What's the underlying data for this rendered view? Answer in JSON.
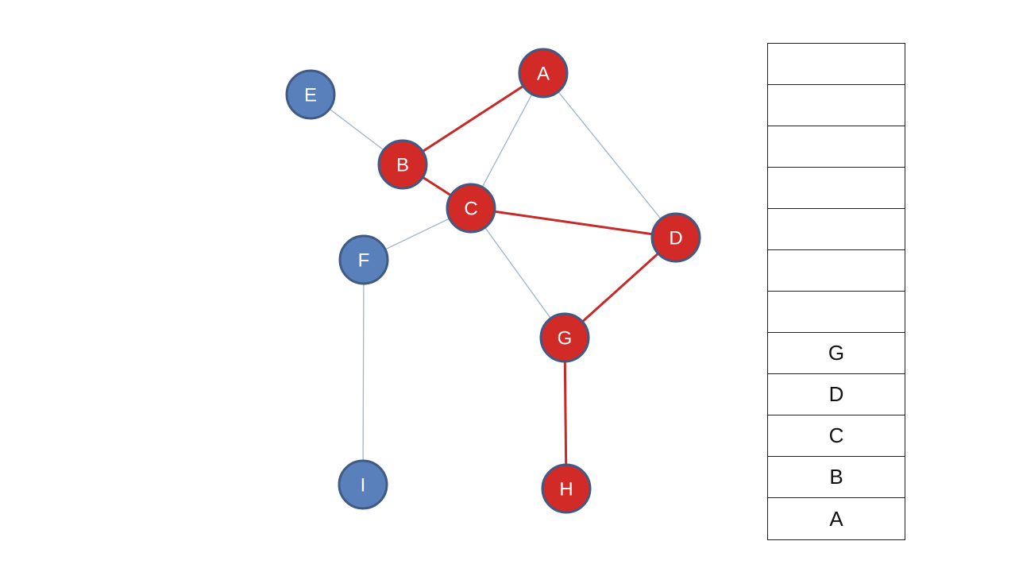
{
  "colors": {
    "visited_node": "#d22a26",
    "unvisited_node": "#5a80bb",
    "node_border": "#3f5a85",
    "visited_edge": "#c62a28",
    "unvisited_edge": "#9fb4c8",
    "label": "#ffffff"
  },
  "graph": {
    "nodes": [
      {
        "id": "A",
        "label": "A",
        "visited": true
      },
      {
        "id": "B",
        "label": "B",
        "visited": true
      },
      {
        "id": "C",
        "label": "C",
        "visited": true
      },
      {
        "id": "D",
        "label": "D",
        "visited": true
      },
      {
        "id": "E",
        "label": "E",
        "visited": false
      },
      {
        "id": "F",
        "label": "F",
        "visited": false
      },
      {
        "id": "G",
        "label": "G",
        "visited": true
      },
      {
        "id": "H",
        "label": "H",
        "visited": true
      },
      {
        "id": "I",
        "label": "I",
        "visited": false
      }
    ],
    "edges": [
      {
        "from": "E",
        "to": "B",
        "visited": false
      },
      {
        "from": "A",
        "to": "C",
        "visited": false
      },
      {
        "from": "A",
        "to": "D",
        "visited": false
      },
      {
        "from": "C",
        "to": "F",
        "visited": false
      },
      {
        "from": "C",
        "to": "G",
        "visited": false
      },
      {
        "from": "F",
        "to": "I",
        "visited": false
      },
      {
        "from": "A",
        "to": "B",
        "visited": true
      },
      {
        "from": "B",
        "to": "C",
        "visited": true
      },
      {
        "from": "C",
        "to": "D",
        "visited": true
      },
      {
        "from": "D",
        "to": "G",
        "visited": true
      },
      {
        "from": "G",
        "to": "H",
        "visited": true
      }
    ]
  },
  "stack": {
    "slots": [
      "",
      "",
      "",
      "",
      "",
      "",
      "",
      "G",
      "D",
      "C",
      "B",
      "A"
    ]
  }
}
